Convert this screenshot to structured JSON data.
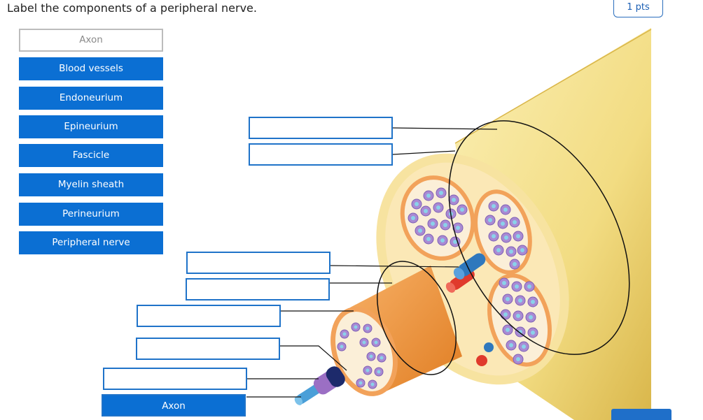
{
  "question": {
    "prompt": "Label the components of a peripheral nerve.",
    "points": "1 pts"
  },
  "label_bank": [
    {
      "label": "Axon",
      "state": "used"
    },
    {
      "label": "Blood vessels",
      "state": "available"
    },
    {
      "label": "Endoneurium",
      "state": "available"
    },
    {
      "label": "Epineurium",
      "state": "available"
    },
    {
      "label": "Fascicle",
      "state": "available"
    },
    {
      "label": "Myelin sheath",
      "state": "available"
    },
    {
      "label": "Perineurium",
      "state": "available"
    },
    {
      "label": "Peripheral nerve",
      "state": "available"
    }
  ],
  "drop_targets": [
    {
      "value": ""
    },
    {
      "value": ""
    },
    {
      "value": ""
    },
    {
      "value": ""
    },
    {
      "value": ""
    },
    {
      "value": ""
    },
    {
      "value": ""
    },
    {
      "value": "Axon"
    }
  ],
  "colors": {
    "accent": "#0b6fd3",
    "target_border": "#1f73c9",
    "epineurium": "#f6e08a",
    "perineurium": "#f0903a",
    "blood_red": "#e03a2c",
    "blood_blue": "#2f78bd"
  }
}
